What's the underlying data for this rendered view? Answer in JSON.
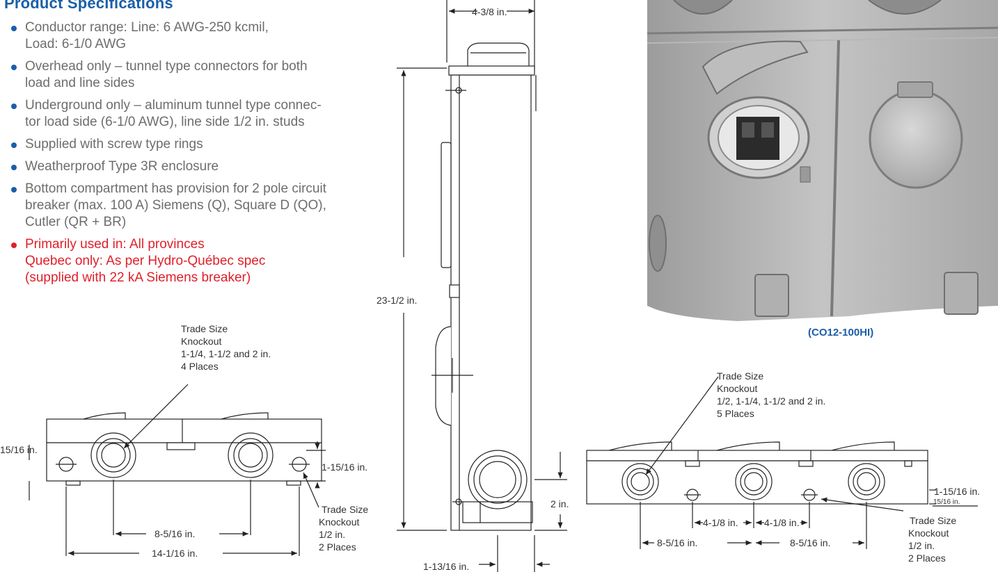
{
  "heading": "Product Specifications",
  "specs": [
    {
      "lines": [
        "Conductor range: Line: 6 AWG-250 kcmil,",
        "Load: 6-1/0 AWG"
      ]
    },
    {
      "lines": [
        "Overhead only – tunnel type connectors for both",
        "load and line sides"
      ]
    },
    {
      "lines": [
        "Underground only – aluminum tunnel type connec-",
        "tor load side (6-1/0 AWG), line side 1/2 in. studs"
      ]
    },
    {
      "lines": [
        "Supplied with screw type rings"
      ]
    },
    {
      "lines": [
        "Weatherproof Type 3R enclosure"
      ]
    },
    {
      "lines": [
        "Bottom compartment has provision for 2 pole circuit",
        "breaker (max. 100 A) Siemens (Q), Square D (QO),",
        "Cutler (QR + BR)"
      ]
    },
    {
      "lines": [
        "Primarily used in: All provinces",
        "Quebec only: As per Hydro-Québec spec",
        "(supplied with 22 kA Siemens breaker)"
      ]
    }
  ],
  "colors": {
    "accent_blue": "#1a5fa8",
    "note_red": "#e0202a"
  },
  "photo_label": "(CO12-100HI)",
  "left_drawing": {
    "callout_top": [
      "Trade Size",
      "Knockout",
      " 1-1/4, 1-1/2 and 2 in.",
      "4 Places"
    ],
    "dim_left": "15/16 in.",
    "dim_right": "1-15/16 in.",
    "dim_center": "8-5/16 in.",
    "dim_overall": "14-1/16 in.",
    "callout_bottom": [
      "Trade Size",
      "Knockout",
      " 1/2 in.",
      "2 Places"
    ]
  },
  "side_drawing": {
    "dim_width": "4-3/8 in.",
    "dim_height": "23-1/2 in.",
    "dim_bottom": "2 in.",
    "dim_base": "1-13/16 in."
  },
  "right_drawing": {
    "callout_top": [
      "Trade Size",
      "Knockout",
      " 1/2, 1-1/4, 1-1/2 and 2 in.",
      "5 Places"
    ],
    "dim_right_a": "1-15/16 in.",
    "dim_right_b": "15/16 in.",
    "dim_mid_a": "4-1/8 in.",
    "dim_mid_b": "4-1/8 in.",
    "dim_low_a": "8-5/16 in.",
    "dim_low_b": "8-5/16 in.",
    "callout_bottom": [
      "Trade Size",
      "Knockout",
      " 1/2 in.",
      "2 Places"
    ]
  }
}
